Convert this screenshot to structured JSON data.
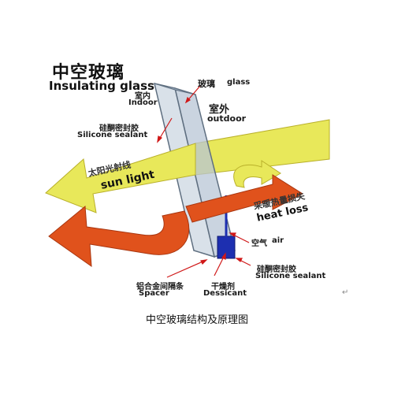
{
  "title": {
    "zh": "中空玻璃",
    "en": "Insulating glass"
  },
  "labels": {
    "glass_zh": "玻璃",
    "glass_en": "glass",
    "indoor_zh": "室内",
    "indoor_en": "Indoor",
    "outdoor_zh": "室外",
    "outdoor_en": "outdoor",
    "sealant_top_zh": "硅酮密封胶",
    "sealant_top_en": "Silicone sealant",
    "sunlight_zh": "太阳光射线",
    "sunlight_en": "sun light",
    "heatloss_zh": "采暖热量损失",
    "heatloss_en": "heat loss",
    "air_zh": "空气",
    "air_en": "air",
    "sealant_bottom_zh": "硅酮密封胶",
    "sealant_bottom_en": "Silicone sealant",
    "spacer_zh": "铝合金间隔条",
    "spacer_en": "Spacer",
    "dessicant_zh": "干燥剂",
    "dessicant_en": "Dessicant",
    "return_mark": "↵"
  },
  "caption": "中空玻璃结构及原理图",
  "colors": {
    "sun_arrow": "#e8e85a",
    "sun_arrow_edge": "#b9b02a",
    "heat_arrow": "#e0521c",
    "heat_arrow_edge": "#a83610",
    "glass": "#b8c6d6",
    "glass_edge": "#5f6f80",
    "spacer": "#1d2fb0",
    "pointer": "#d01818"
  },
  "icons": [
    "sun-light-arrow",
    "heat-loss-arrow",
    "glass-pane",
    "spacer-bar"
  ]
}
